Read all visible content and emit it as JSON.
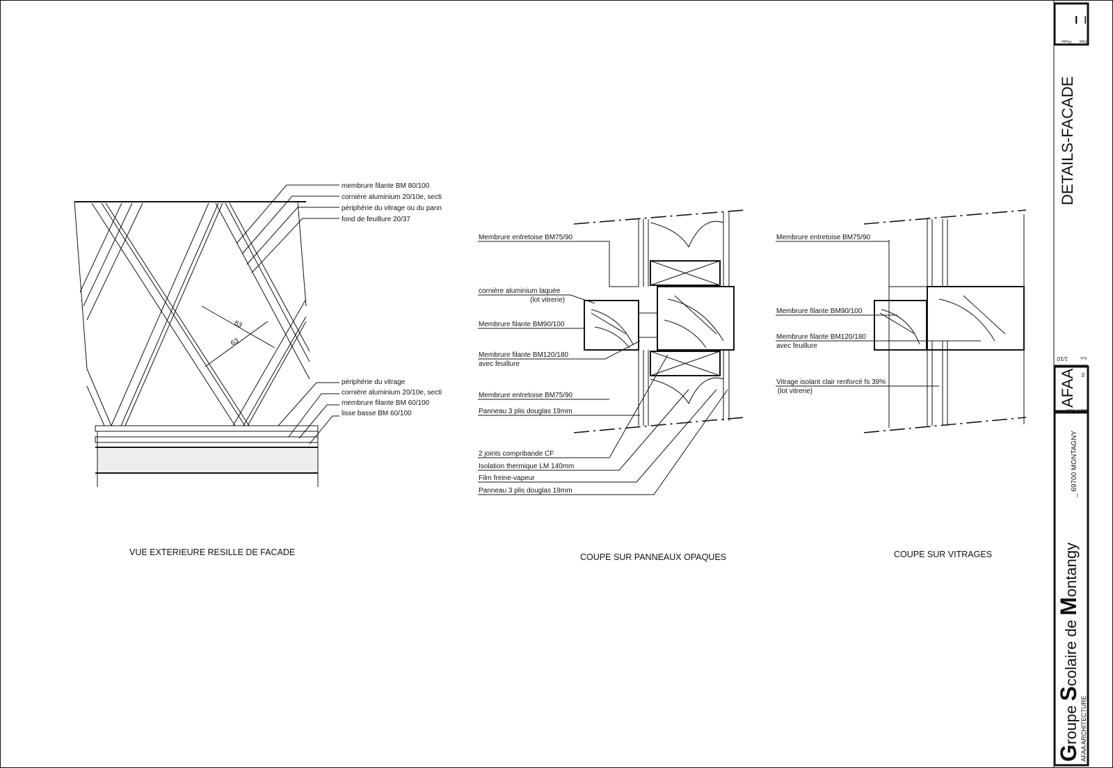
{
  "title_block": {
    "date_label": "Date",
    "phase_label": "Phase",
    "date_value": "I",
    "phase_value": "I",
    "sheet_title": "DETAILS-FACADE",
    "scale_label": "Ech.",
    "scale_value": "1/10",
    "doc_label": "Doc n°",
    "emet_label": "Emet",
    "emitter": "AFAA",
    "index": "N3",
    "project_initial_g": "G",
    "project_word_1": "roupe ",
    "project_initial_s": "S",
    "project_word_2": "colaire de ",
    "project_initial_m": "M",
    "project_word_3": "ontangy",
    "address": "_ 69700 MONTAGNY",
    "architect": "AFAA ARCHITECTURE"
  },
  "views": {
    "exterior": {
      "caption": "VUE EXTERIEURE RESILLE DE FACADE",
      "dimension_1": "63",
      "dimension_2": "63",
      "labels_top": [
        "membrure filante BM 80/100",
        "cornière aluminium 20/10e, secti",
        "périphérie du vitrage ou du pann",
        "fond de feuillure 20/37"
      ],
      "labels_bottom": [
        "périphérie du vitrage",
        "cornière aluminium 20/10e, secti",
        "membrure filante BM 60/100",
        "lisse basse BM 60/100"
      ]
    },
    "opaque": {
      "caption": "COUPE SUR PANNEAUX OPAQUES",
      "labels": [
        "Membrure entretoise BM75/90",
        "cornière aluminium laquée",
        "(lot vitrerie)",
        "Membrure filante BM90/100",
        "Membrure filante BM120/180",
        "avec feuillure",
        "Membrure entretoise BM75/90",
        "Panneau 3 plis  douglas 19mm",
        "2 joints compribande CF",
        "Isolation thermique LM 140mm",
        "Film freine-vapeur",
        "Panneau 3 plis  douglas 19mm"
      ]
    },
    "glazing": {
      "caption": "COUPE SUR VITRAGES",
      "labels": [
        "Membrure entretoise BM75/90",
        "Membrure filante BM90/100",
        "Membrure filante BM120/180",
        "avec feuillure",
        "Vitrage isolant clair renforcé fs 39%",
        "(lot vitrerie)"
      ]
    }
  }
}
